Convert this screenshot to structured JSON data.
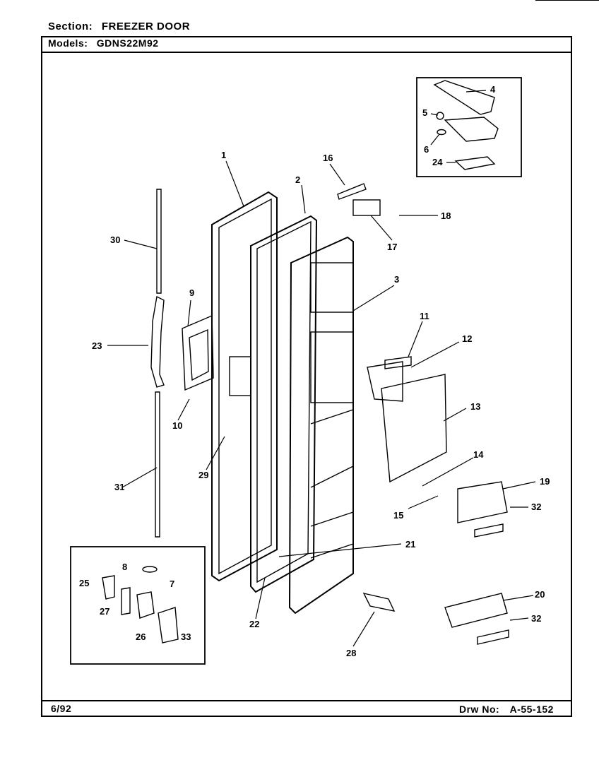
{
  "header": {
    "section_label": "Section:",
    "section_value": "FREEZER DOOR",
    "models_label": "Models:",
    "models_value": "GDNS22M92"
  },
  "footer": {
    "date": "6/92",
    "drawing_label": "Drw No:",
    "drawing_number": "A-55-152"
  },
  "callouts": [
    "1",
    "2",
    "3",
    "4",
    "5",
    "6",
    "7",
    "8",
    "9",
    "10",
    "11",
    "12",
    "13",
    "14",
    "15",
    "16",
    "17",
    "18",
    "19",
    "20",
    "21",
    "22",
    "23",
    "24",
    "25",
    "26",
    "27",
    "28",
    "29",
    "30",
    "31",
    "32",
    "32",
    "33"
  ]
}
